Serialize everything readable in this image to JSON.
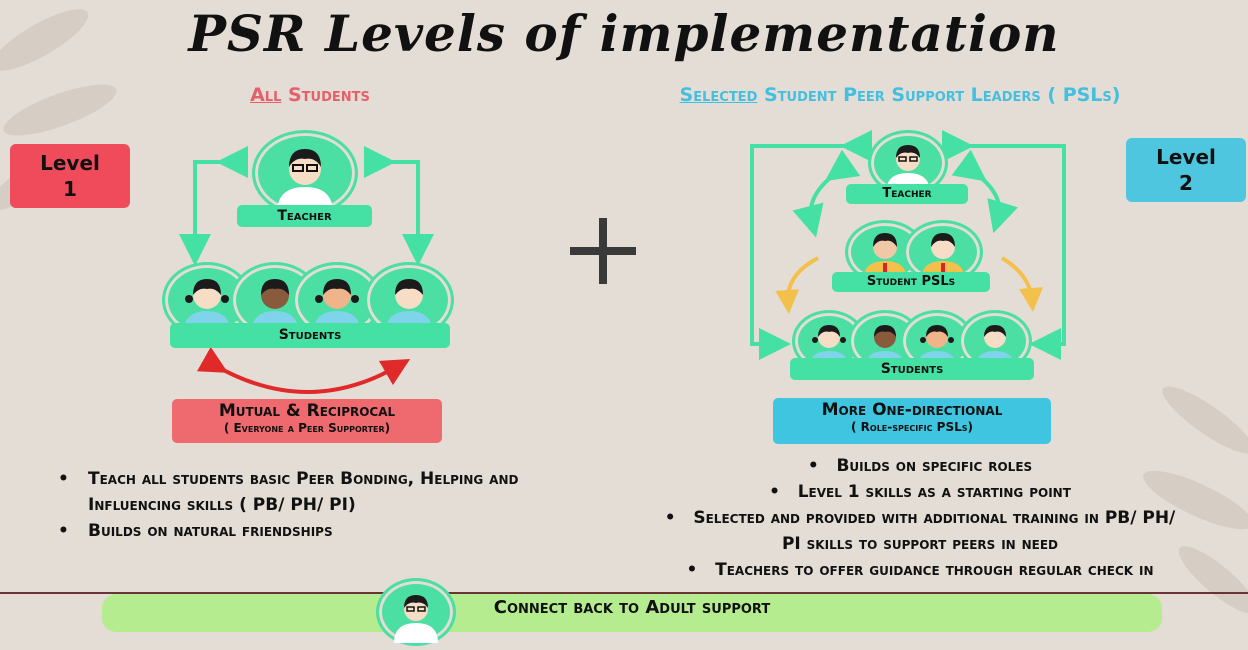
{
  "title": "PSR Levels of implementation",
  "left": {
    "heading_underlined": "All",
    "heading_rest": " Students",
    "level_line1": "Level",
    "level_line2": "1",
    "teacher_label": "Teacher",
    "students_label": "Students",
    "box_line1": "Mutual & Reciprocal",
    "box_line2": "( Everyone a Peer Supporter)",
    "bullets": [
      "Teach all students basic Peer Bonding, Helping and Influencing skills ( PB/ PH/ PI)",
      "Builds on natural friendships"
    ]
  },
  "center": {
    "symbol": "+"
  },
  "right": {
    "heading_underlined": "Selected",
    "heading_rest": " Student Peer Support Leaders ( PSLs)",
    "level_line1": "Level",
    "level_line2": "2",
    "teacher_label": "Teacher",
    "psl_label": "Student PSLs",
    "students_label": "Students",
    "box_line1": "More One-directional",
    "box_line2": "( Role-specific PSLs)",
    "bullets": [
      "Builds on specific roles",
      "Level 1 skills as a starting point",
      "Selected and provided with additional training in PB/ PH/ PI skills to support peers in need",
      "Teachers to offer guidance through regular check in"
    ]
  },
  "footer": {
    "label": "Connect back to Adult support"
  },
  "colors": {
    "background": "#e3ddd5",
    "level1": "#ef4b5b",
    "level2": "#4fc6e0",
    "green": "#45e0a3",
    "red_arrow": "#e02a2a",
    "orange_arrow": "#f3c14b",
    "footer": "#b4ec8f"
  }
}
